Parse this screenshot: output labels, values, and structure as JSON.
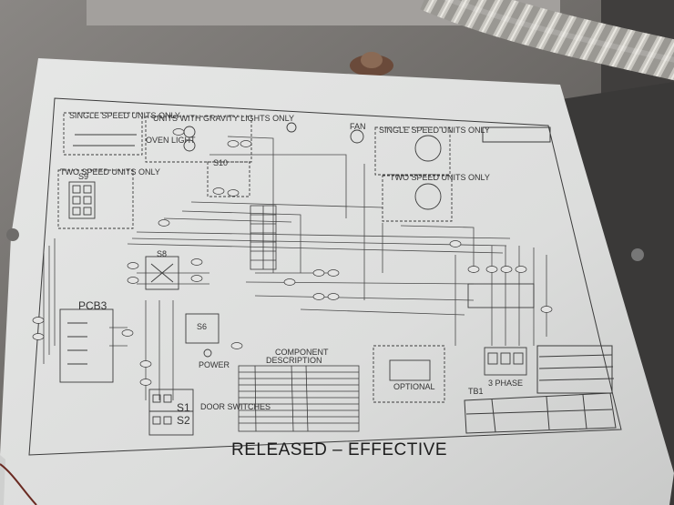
{
  "document": {
    "stamp": "RELEASED – EFFECTIVE",
    "section_labels": {
      "single_speed": "SINGLE SPEED UNITS ONLY",
      "gravity_lights": "UNITS WITH GRAVITY LIGHTS ONLY",
      "two_speed_left": "TWO SPEED UNITS ONLY",
      "single_speed_right": "SINGLE SPEED UNITS ONLY",
      "two_speed_right": "TWO SPEED UNITS ONLY",
      "oven_light": "OVEN LIGHT",
      "fan": "FAN"
    },
    "components": {
      "s10": "S10",
      "s9": "S9",
      "s8": "S8",
      "s6": "S6",
      "pcb3": "PCB3",
      "s1": "S1",
      "s2": "S2",
      "tb1": "TB1",
      "door_switches": "DOOR SWITCHES",
      "power": "POWER",
      "three_phase": "3 PHASE",
      "optional": "OPTIONAL",
      "component_description_line1": "COMPONENT",
      "component_description_line2": "DESCRIPTION"
    }
  }
}
